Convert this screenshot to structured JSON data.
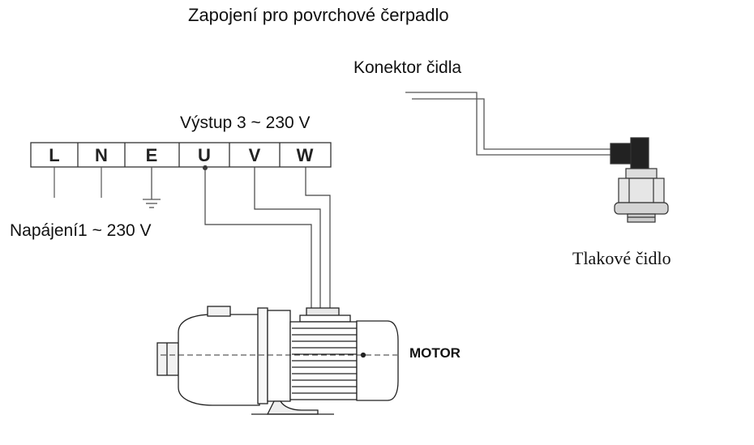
{
  "title": "Zapojení pro povrchové čerpadlo",
  "sensor_connector_label": "Konektor čidla",
  "output_label": "Výstup 3 ~ 230 V",
  "supply_label": "Napájení1 ~ 230 V",
  "pressure_sensor_label": "Tlakové čidlo",
  "motor_label": "MOTOR",
  "terminals": [
    "L",
    "N",
    "E",
    "U",
    "V",
    "W"
  ]
}
